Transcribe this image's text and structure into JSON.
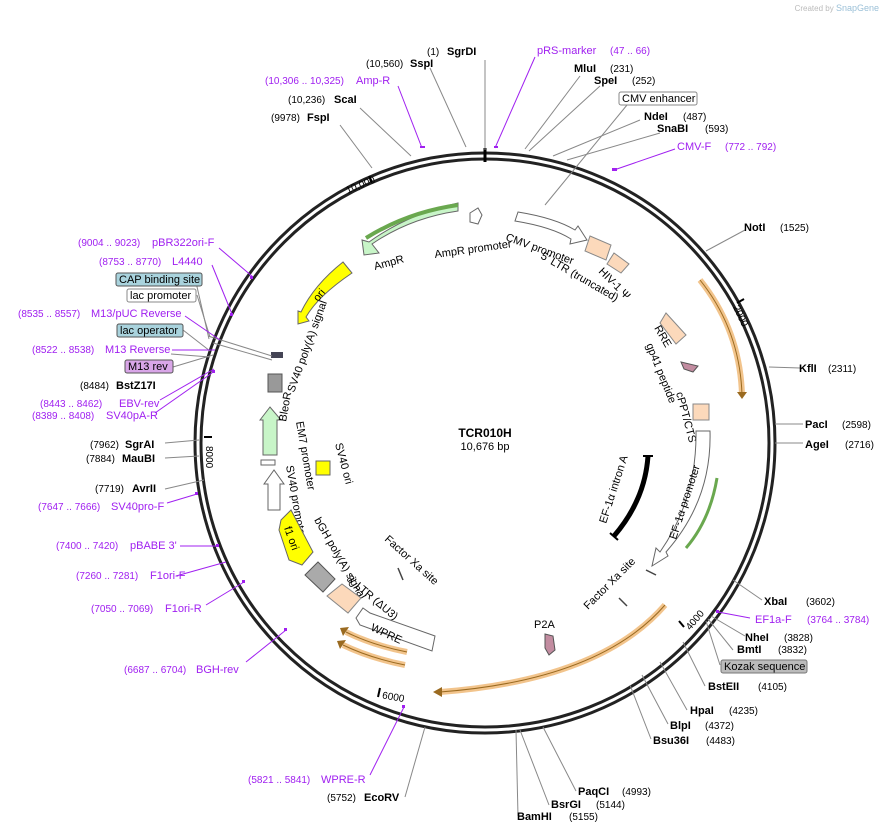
{
  "credit": {
    "prefix": "Created by",
    "brand": "SnapGene"
  },
  "plasmid": {
    "name": "TCR010H",
    "length_label": "10,676 bp"
  },
  "ticks": [
    "2000",
    "4000",
    "6000",
    "8000",
    "10,000"
  ],
  "sites": [
    {
      "name": "SgrDI",
      "pos": "(1)"
    },
    {
      "name": "SspI",
      "pos": "(10,560)"
    },
    {
      "name": "ScaI",
      "pos": "(10,236)"
    },
    {
      "name": "FspI",
      "pos": "(9978)"
    },
    {
      "name": "MluI",
      "pos": "(231)"
    },
    {
      "name": "SpeI",
      "pos": "(252)"
    },
    {
      "name": "NdeI",
      "pos": "(487)"
    },
    {
      "name": "SnaBI",
      "pos": "(593)"
    },
    {
      "name": "NotI",
      "pos": "(1525)"
    },
    {
      "name": "KflI",
      "pos": "(2311)"
    },
    {
      "name": "PacI",
      "pos": "(2598)"
    },
    {
      "name": "AgeI",
      "pos": "(2716)"
    },
    {
      "name": "XbaI",
      "pos": "(3602)"
    },
    {
      "name": "NheI",
      "pos": "(3828)"
    },
    {
      "name": "BmtI",
      "pos": "(3832)"
    },
    {
      "name": "BstEII",
      "pos": "(4105)"
    },
    {
      "name": "HpaI",
      "pos": "(4235)"
    },
    {
      "name": "BlpI",
      "pos": "(4372)"
    },
    {
      "name": "Bsu36I",
      "pos": "(4483)"
    },
    {
      "name": "PaqCI",
      "pos": "(4993)"
    },
    {
      "name": "BsrGI",
      "pos": "(5144)"
    },
    {
      "name": "BamHI",
      "pos": "(5155)"
    },
    {
      "name": "EcoRV",
      "pos": "(5752)"
    },
    {
      "name": "BstZ17I",
      "pos": "(8484)"
    },
    {
      "name": "SgrAI",
      "pos": "(7962)"
    },
    {
      "name": "MauBI",
      "pos": "(7884)"
    },
    {
      "name": "AvrII",
      "pos": "(7719)"
    }
  ],
  "primers": [
    {
      "name": "pRS-marker",
      "pos": "(47 .. 66)"
    },
    {
      "name": "Amp-R",
      "pos": "(10,306 .. 10,325)"
    },
    {
      "name": "CMV-F",
      "pos": "(772 .. 792)"
    },
    {
      "name": "pBR322ori-F",
      "pos": "(9004 .. 9023)"
    },
    {
      "name": "L4440",
      "pos": "(8753 .. 8770)"
    },
    {
      "name": "M13/pUC Reverse",
      "pos": "(8535 .. 8557)"
    },
    {
      "name": "M13 Reverse",
      "pos": "(8522 .. 8538)"
    },
    {
      "name": "EBV-rev",
      "pos": "(8443 .. 8462)"
    },
    {
      "name": "SV40pA-R",
      "pos": "(8389 .. 8408)"
    },
    {
      "name": "SV40pro-F",
      "pos": "(7647 .. 7666)"
    },
    {
      "name": "pBABE 3'",
      "pos": "(7400 .. 7420)"
    },
    {
      "name": "F1ori-F",
      "pos": "(7260 .. 7281)"
    },
    {
      "name": "F1ori-R",
      "pos": "(7050 .. 7069)"
    },
    {
      "name": "BGH-rev",
      "pos": "(6687 .. 6704)"
    },
    {
      "name": "WPRE-R",
      "pos": "(5821 .. 5841)"
    },
    {
      "name": "EF1a-F",
      "pos": "(3764 .. 3784)"
    }
  ],
  "boxed": [
    {
      "name": "CMV enhancer"
    },
    {
      "name": "CAP binding site"
    },
    {
      "name": "lac promoter"
    },
    {
      "name": "lac operator"
    },
    {
      "name": "M13 rev"
    },
    {
      "name": "Kozak sequence"
    }
  ],
  "features": {
    "ampr": "AmpR",
    "ampr_promoter": "AmpR promoter",
    "ori": "ori",
    "sv40_polya": "SV40 poly(A) signal",
    "cmv_promoter": "CMV promoter",
    "ltr5": "5' LTR (truncated)",
    "hiv_psi": "HIV-1 Ψ",
    "rre": "RRE",
    "gp41": "gp41 peptide",
    "cppt": "cPPT/CTS",
    "ef1a_promoter": "EF-1α promoter",
    "ef1a_intron": "EF-1α intron A",
    "factor_xa_1": "Factor Xa site",
    "factor_xa_2": "Factor Xa site",
    "p2a": "P2A",
    "bleor": "BleoR",
    "em7": "EM7 promoter",
    "sv40_promoter": "SV40 promoter",
    "sv40_ori": "SV40 ori",
    "f1_ori": "f1 ori",
    "bgh": "bGH poly(A) signal",
    "ltr3": "3' LTR (ΔU3)",
    "wpre": "WPRE"
  }
}
